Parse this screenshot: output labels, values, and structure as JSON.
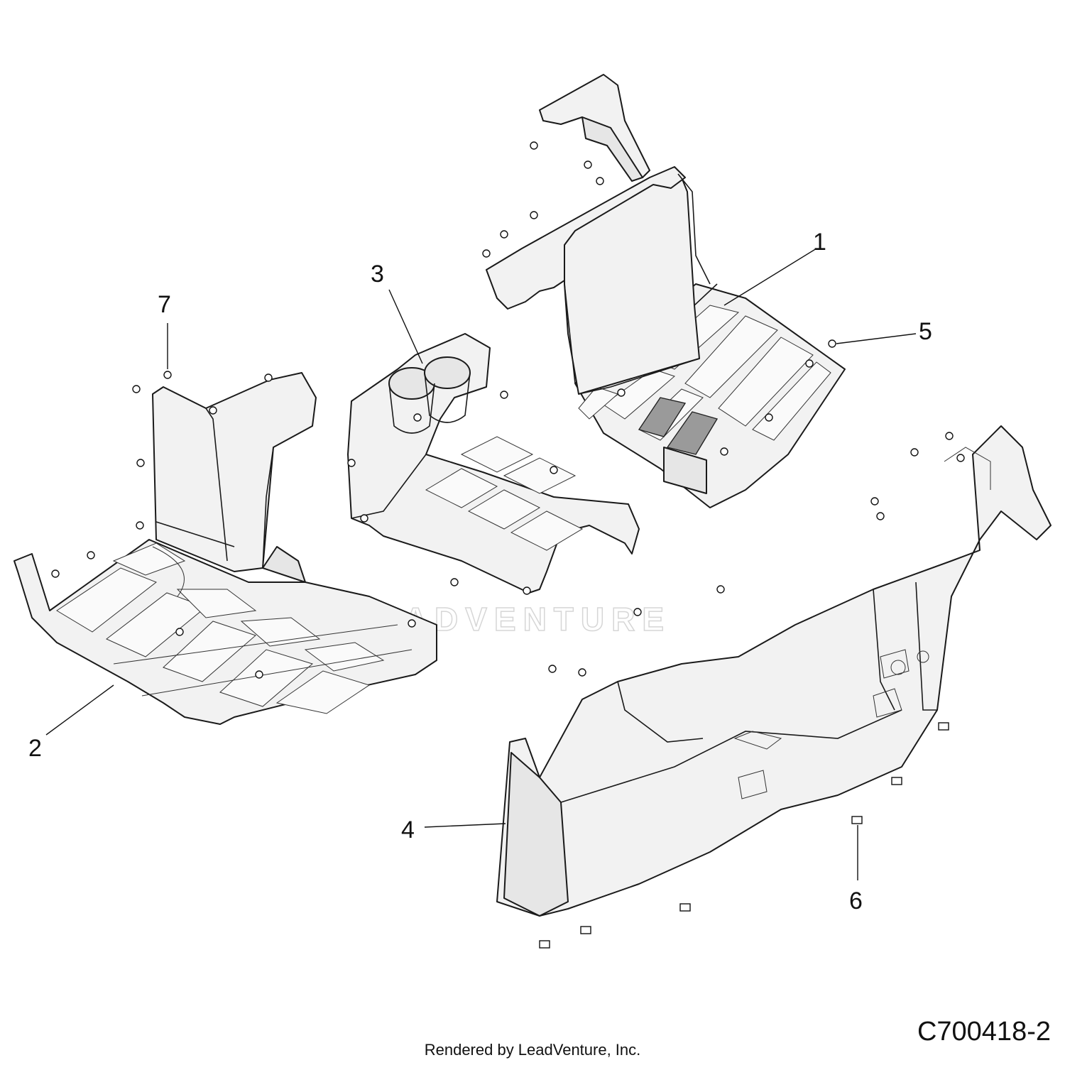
{
  "callouts": [
    {
      "id": "1",
      "label": "1"
    },
    {
      "id": "2",
      "label": "2"
    },
    {
      "id": "3",
      "label": "3"
    },
    {
      "id": "4",
      "label": "4"
    },
    {
      "id": "5",
      "label": "5"
    },
    {
      "id": "6",
      "label": "6"
    },
    {
      "id": "7",
      "label": "7"
    }
  ],
  "watermark": "LEADVENTURE",
  "part_number": "C700418-2",
  "credit": "Rendered by LeadVenture, Inc."
}
